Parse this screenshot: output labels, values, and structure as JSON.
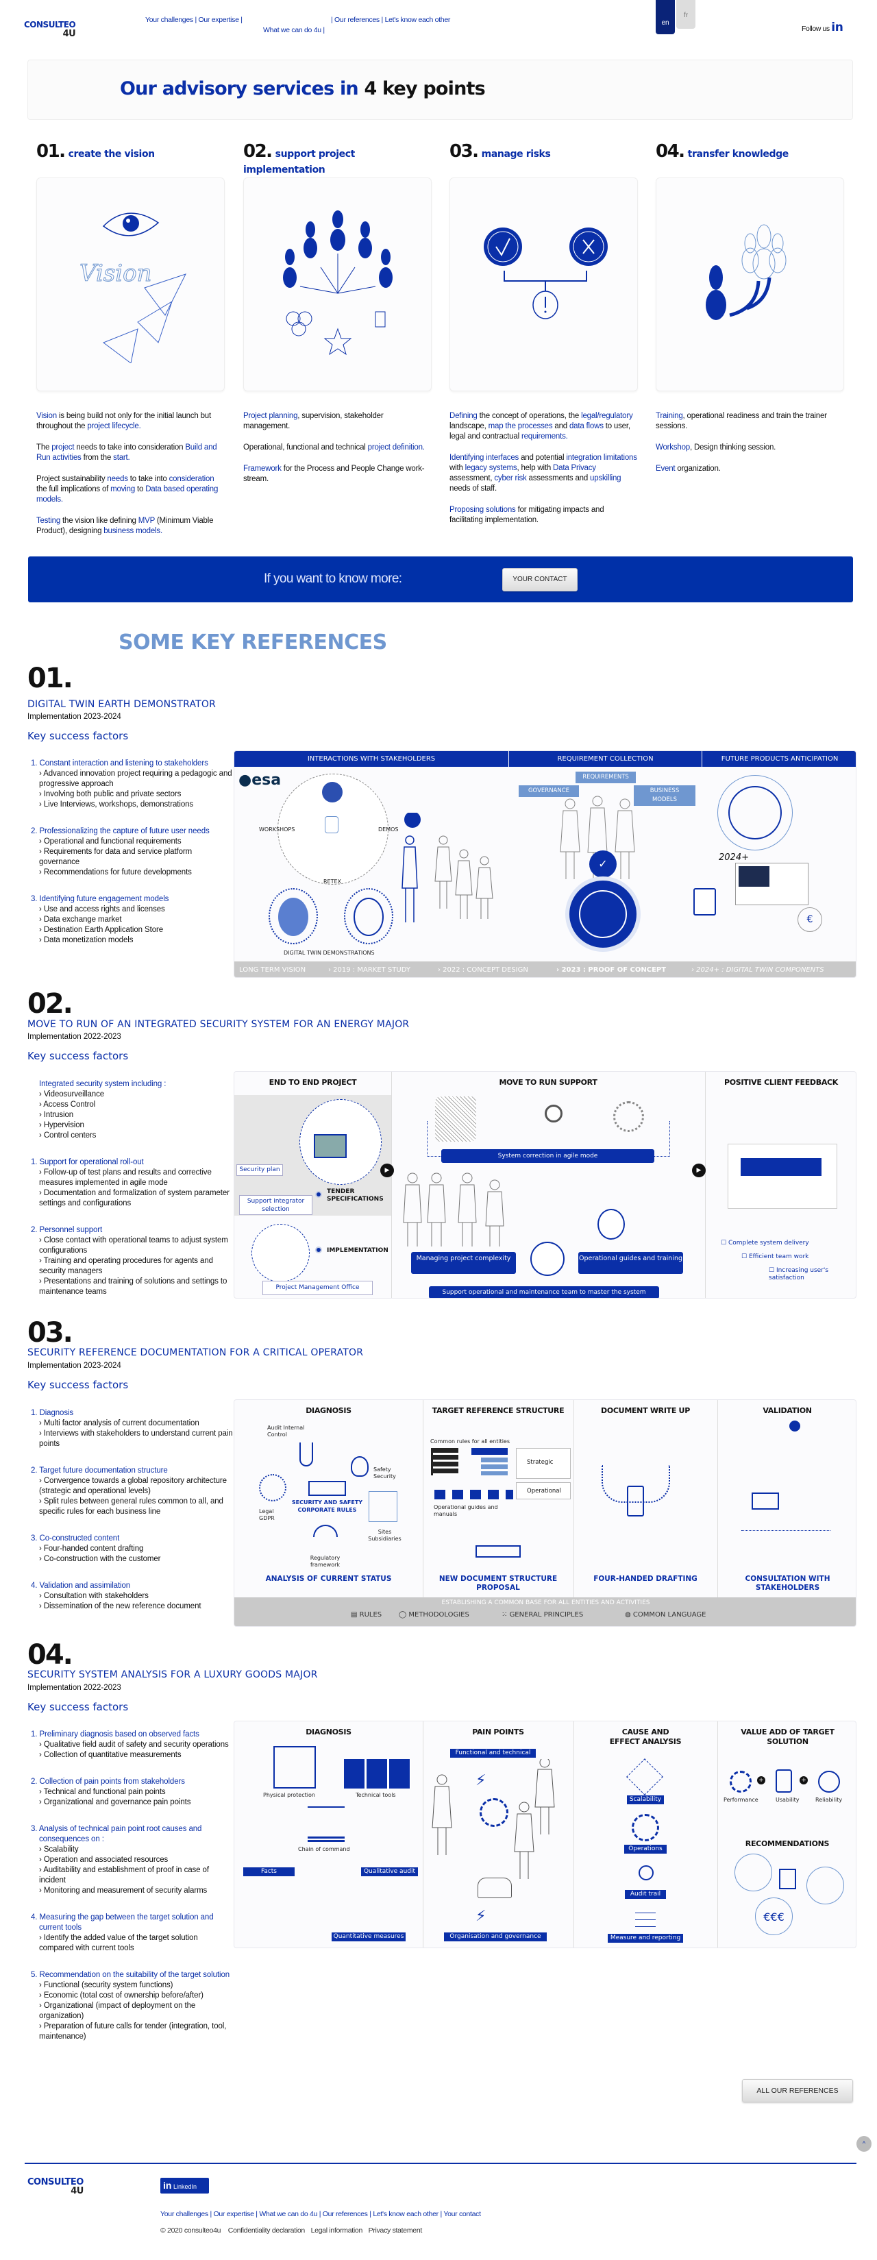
{
  "header": {
    "logo": {
      "line1": "CONSULTEO",
      "line2": "4U"
    },
    "nav": [
      "Your challenges",
      "Our expertise",
      "What we can do 4u",
      "Our references",
      "Let's know each other"
    ],
    "lang": {
      "active": "en",
      "other": "fr"
    },
    "follow_label": "Follow us",
    "follow_icon": "linkedin-icon"
  },
  "hero": {
    "title_blue": "Our advisory services in",
    "title_black": "4 key points"
  },
  "key_points": [
    {
      "num": "01.",
      "title": "create the vision",
      "icon": "vision-eye-planes-icon",
      "paragraphs": [
        [
          {
            "t": "Vision",
            "hl": true
          },
          {
            "t": " is being build not only for the initial launch but throughout the "
          },
          {
            "t": "project lifecycle.",
            "hl": true
          }
        ],
        [
          {
            "t": "The "
          },
          {
            "t": "project",
            "hl": true
          },
          {
            "t": " needs to take into consideration "
          },
          {
            "t": "Build and Run activities",
            "hl": true
          },
          {
            "t": " from the "
          },
          {
            "t": "start.",
            "hl": true
          }
        ],
        [
          {
            "t": "Project sustainability "
          },
          {
            "t": "needs",
            "hl": true
          },
          {
            "t": " to take into "
          },
          {
            "t": "consideration",
            "hl": true
          },
          {
            "t": " the full implications of "
          },
          {
            "t": "moving",
            "hl": true
          },
          {
            "t": " to "
          },
          {
            "t": "Data based operating models.",
            "hl": true
          }
        ],
        [
          {
            "t": "Testing",
            "hl": true
          },
          {
            "t": " the vision like defining "
          },
          {
            "t": "MVP",
            "hl": true
          },
          {
            "t": " (Minimum Viable Product), designing "
          },
          {
            "t": "business models.",
            "hl": true
          }
        ]
      ]
    },
    {
      "num": "02.",
      "title": "support project implementation",
      "icon": "team-hierarchy-icon",
      "paragraphs": [
        [
          {
            "t": "Project planning",
            "hl": true
          },
          {
            "t": ", supervision, stakeholder management."
          }
        ],
        [
          {
            "t": "Operational, functional and technical "
          },
          {
            "t": "project definition.",
            "hl": true
          }
        ],
        [
          {
            "t": "Framework",
            "hl": true
          },
          {
            "t": " for the Process and People Change work-stream."
          }
        ]
      ]
    },
    {
      "num": "03.",
      "title": "manage risks",
      "icon": "check-cross-warning-icon",
      "paragraphs": [
        [
          {
            "t": "Defining",
            "hl": true
          },
          {
            "t": " the concept of operations, the "
          },
          {
            "t": "legal/regulatory",
            "hl": true
          },
          {
            "t": " landscape, "
          },
          {
            "t": "map the processes",
            "hl": true
          },
          {
            "t": " and "
          },
          {
            "t": "data flows",
            "hl": true
          },
          {
            "t": " to user, legal and contractual "
          },
          {
            "t": "requirements.",
            "hl": true
          }
        ],
        [
          {
            "t": "Identifying interfaces",
            "hl": true
          },
          {
            "t": " and potential "
          },
          {
            "t": "integration limitations",
            "hl": true
          },
          {
            "t": " with "
          },
          {
            "t": "legacy systems",
            "hl": true
          },
          {
            "t": ", help with "
          },
          {
            "t": "Data Privacy",
            "hl": true
          },
          {
            "t": " assessment, "
          },
          {
            "t": "cyber risk",
            "hl": true
          },
          {
            "t": " assessments and "
          },
          {
            "t": "upskilling",
            "hl": true
          },
          {
            "t": " needs of staff."
          }
        ],
        [
          {
            "t": "Proposing solutions",
            "hl": true
          },
          {
            "t": " for mitigating impacts and facilitating implementation."
          }
        ]
      ]
    },
    {
      "num": "04.",
      "title": "transfer knowledge",
      "icon": "knowledge-transfer-people-icon",
      "paragraphs": [
        [
          {
            "t": "Training",
            "hl": true
          },
          {
            "t": ", operational readiness and train the trainer sessions."
          }
        ],
        [
          {
            "t": "Workshop",
            "hl": true
          },
          {
            "t": ", Design thinking session."
          }
        ],
        [
          {
            "t": "Event",
            "hl": true
          },
          {
            "t": " organization."
          }
        ]
      ]
    }
  ],
  "banner": {
    "text": "If you want to know more:",
    "button": "YOUR CONTACT"
  },
  "references_title": "SOME KEY REFERENCES",
  "references": [
    {
      "num": "01.",
      "title": "DIGITAL TWIN EARTH DEMONSTRATOR",
      "implementation": "Implementation 2023-2024",
      "ksf_label": "Key success factors",
      "items": [
        {
          "title": "1. Constant interaction and listening to stakeholders",
          "bullets": [
            "› Advanced innovation project requiring a pedagogic and progressive approach",
            "› Involving both public and private sectors",
            "› Live Interviews, workshops, demonstrations"
          ]
        },
        {
          "title": "2. Professionalizing the capture of future user needs",
          "bullets": [
            "› Operational and functional requirements",
            "› Requirements for data and service platform governance",
            "› Recommendations for future developments"
          ]
        },
        {
          "title": "3. Identifying future engagement models",
          "bullets": [
            "› Use and access  rights and licenses",
            "› Data exchange market",
            "› Destination Earth  Application Store",
            "› Data monetization models"
          ]
        }
      ],
      "infographic": {
        "headers": [
          "INTERACTIONS WITH STAKEHOLDERS",
          "REQUIREMENT COLLECTION",
          "FUTURE PRODUCTS ANTICIPATION"
        ],
        "logo": "esa",
        "labels": {
          "workshops": "WORKSHOPS",
          "demos": "DEMOS",
          "retex": "RETEX",
          "dt_demos": "DIGITAL TWIN DEMONSTRATIONS",
          "governance": "GOVERNANCE",
          "requirements": "REQUIREMENTS",
          "business_models": "BUSINESS MODELS",
          "year": "2024+"
        },
        "timeline": [
          "LONG TERM VISION",
          "› 2019 : MARKET STUDY",
          "› 2022 : CONCEPT DESIGN",
          "› 2023 : PROOF OF CONCEPT",
          "› 2024+ : DIGITAL TWIN COMPONENTS"
        ]
      }
    },
    {
      "num": "02.",
      "title": "MOVE TO RUN OF AN INTEGRATED SECURITY SYSTEM FOR AN ENERGY MAJOR",
      "implementation": "Implementation 2022-2023",
      "ksf_label": "Key success factors",
      "items": [
        {
          "title": "Integrated security system including :",
          "bullets": [
            "› Videosurveillance",
            "› Access Control",
            "› Intrusion",
            "› Hypervision",
            "› Control centers"
          ]
        },
        {
          "title": "1. Support for operational roll-out",
          "bullets": [
            "›  Follow-up of test plans and results and corrective measures implemented in agile mode",
            "› Documentation and formalization of system parameter settings and configurations"
          ]
        },
        {
          "title": "2. Personnel support",
          "bullets": [
            "› Close contact with operational teams to adjust system configurations",
            "› Training and operating procedures for agents and security managers",
            "› Presentations and training of solutions and settings to maintenance teams"
          ]
        }
      ],
      "infographic": {
        "headers": [
          "END TO END PROJECT",
          "MOVE TO RUN SUPPORT",
          "POSITIVE CLIENT FEEDBACK"
        ],
        "labels": {
          "security_plan": "Security plan",
          "integrator": "Support integrator selection",
          "tender": "TENDER SPECIFICATIONS",
          "implementation": "IMPLEMENTATION",
          "pmo": "Project Management Office",
          "agile": "System correction in agile mode",
          "complexity": "Managing project complexity",
          "guides": "Operational guides and training",
          "support": "Support operational and maintenance team to master the system"
        },
        "feedback": [
          "Complete system delivery",
          "Efficient team work",
          "Increasing user's satisfaction"
        ]
      }
    },
    {
      "num": "03.",
      "title": "SECURITY REFERENCE DOCUMENTATION FOR A CRITICAL OPERATOR",
      "implementation": "Implementation 2023-2024",
      "ksf_label": "Key success factors",
      "items": [
        {
          "title": "1. Diagnosis",
          "bullets": [
            "› Multi factor analysis of current documentation",
            "› Interviews with stakeholders to understand current pain points"
          ]
        },
        {
          "title": "2. Target future documentation structure",
          "bullets": [
            "› Convergence towards a global repository architecture (strategic and operational levels)",
            "› Split rules between general rules common to all, and specific rules for each business line"
          ]
        },
        {
          "title": "3. Co-constructed content",
          "bullets": [
            "› Four-handed content drafting",
            "› Co-construction with the customer"
          ]
        },
        {
          "title": "4. Validation and assimilation",
          "bullets": [
            "› Consultation with stakeholders",
            "› Dissemination of the new reference document"
          ]
        }
      ],
      "infographic": {
        "headers": [
          "DIAGNOSIS",
          "TARGET REFERENCE STRUCTURE",
          "DOCUMENT WRITE UP",
          "VALIDATION"
        ],
        "labels": {
          "audit": "Audit Internal Control",
          "safety": "Safety Security",
          "corporate": "SECURITY AND SAFETY CORPORATE RULES",
          "legal": "Legal GDPR",
          "sites": "Sites Subsidiaries",
          "regulatory": "Regulatory framework",
          "common_rules": "Common rules for all entities",
          "strategic": "Strategic",
          "operational": "Operational",
          "guides": "Operational guides and manuals"
        },
        "results": [
          "ANALYSIS OF CURRENT STATUS",
          "NEW DOCUMENT STRUCTURE PROPOSAL",
          "FOUR-HANDED DRAFTING",
          "CONSULTATION WITH STAKEHOLDERS"
        ],
        "band_title": "ESTABLISHING A COMMON BASE FOR ALL ENTITIES AND ACTIVITIES",
        "band_items": [
          "RULES",
          "METHODOLOGIES",
          "GENERAL PRINCIPLES",
          "COMMON LANGUAGE"
        ]
      }
    },
    {
      "num": "04.",
      "title": "SECURITY SYSTEM ANALYSIS FOR A LUXURY GOODS MAJOR",
      "implementation": "Implementation 2022-2023",
      "ksf_label": "Key success factors",
      "items": [
        {
          "title": "1. Preliminary diagnosis based on observed facts",
          "bullets": [
            "› Qualitative field audit of safety and security operations",
            "› Collection of quantitative measurements"
          ]
        },
        {
          "title": "2. Collection of pain points from stakeholders",
          "bullets": [
            "› Technical and functional pain points",
            "› Organizational and governance pain points"
          ]
        },
        {
          "title": "3. Analysis of technical pain point root causes and consequences on :",
          "bullets": [
            "› Scalability",
            "› Operation and associated resources",
            "› Auditability and establishment of proof in case of incident",
            "› Monitoring and measurement of security alarms"
          ]
        },
        {
          "title": "4. Measuring the gap between the target solution and current tools",
          "bullets": [
            "› Identify the added value of the target solution compared with current tools"
          ]
        },
        {
          "title": "5. Recommendation on the suitability of the target solution",
          "bullets": [
            "› Functional (security system functions)",
            "› Economic (total cost of ownership before/after)",
            "› Organizational (impact of deployment on the organization)",
            "› Preparation of future calls for tender (integration, tool, maintenance)"
          ]
        }
      ],
      "infographic": {
        "headers": [
          "DIAGNOSIS",
          "PAIN POINTS",
          "CAUSE AND EFFECT ANALYSIS",
          "VALUE ADD OF TARGET SOLUTION"
        ],
        "labels": {
          "physical": "Physical protection",
          "tools": "Technical tools",
          "chain": "Chain of command",
          "facts": "Facts",
          "qualitative": "Qualitative audit",
          "quantitative": "Quantitative measures",
          "functional": "Functional and technical",
          "organisation": "Organisation and governance",
          "recommendations": "RECOMMENDATIONS"
        },
        "causes": [
          "Scalability",
          "Operations",
          "Audit trail",
          "Measure and reporting"
        ],
        "values": [
          "Performance",
          "Usability",
          "Reliability"
        ]
      }
    }
  ],
  "all_refs_button": "ALL OUR REFERENCES",
  "scroll_top": "^",
  "footer": {
    "logo": {
      "line1": "CONSULTEO",
      "line2": "4U"
    },
    "linkedin": "LinkedIn",
    "nav": [
      "Your challenges",
      "Our expertise",
      "What we can do 4u",
      "Our references",
      "Let's know each other",
      "Your contact"
    ],
    "copyright": "© 2020 consulteo4u",
    "legal": [
      "Confidentiality declaration",
      "Legal information",
      "Privacy statement"
    ]
  },
  "colors": {
    "brand": "#0a2fa8",
    "banner": "#0030a8",
    "light_blue": "#6f97d0"
  }
}
